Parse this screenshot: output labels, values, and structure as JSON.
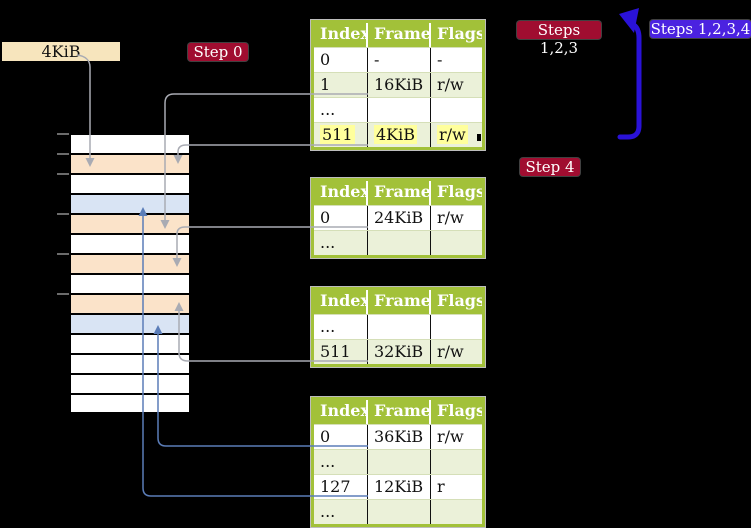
{
  "page_size_label": "4KiB",
  "badges": {
    "step0": "Step 0",
    "steps123": "Steps 1,2,3",
    "steps1234": "Steps 1,2,3,4",
    "step4": "Step 4"
  },
  "memory": {
    "rows": [
      "white",
      "orange",
      "white",
      "blue",
      "orange",
      "white",
      "orange",
      "white",
      "orange",
      "blue",
      "white",
      "white",
      "white",
      "white"
    ]
  },
  "tables": [
    {
      "headers": [
        "Index",
        "Frame",
        "Flags"
      ],
      "rows": [
        {
          "cells": [
            "0",
            "-",
            "-"
          ]
        },
        {
          "cells": [
            "1",
            "16KiB",
            "r/w"
          ]
        },
        {
          "cells": [
            "...",
            "",
            ""
          ]
        },
        {
          "cells": [
            "511",
            "4KiB",
            "r/w"
          ],
          "highlight": true
        }
      ]
    },
    {
      "headers": [
        "Index",
        "Frame",
        "Flags"
      ],
      "rows": [
        {
          "cells": [
            "0",
            "24KiB",
            "r/w"
          ]
        },
        {
          "cells": [
            "...",
            "",
            ""
          ]
        }
      ]
    },
    {
      "headers": [
        "Index",
        "Frame",
        "Flags"
      ],
      "rows": [
        {
          "cells": [
            "...",
            "",
            ""
          ]
        },
        {
          "cells": [
            "511",
            "32KiB",
            "r/w"
          ]
        }
      ]
    },
    {
      "headers": [
        "Index",
        "Frame",
        "Flags"
      ],
      "rows": [
        {
          "cells": [
            "0",
            "36KiB",
            "r/w"
          ]
        },
        {
          "cells": [
            "...",
            "",
            ""
          ]
        },
        {
          "cells": [
            "127",
            "12KiB",
            "r"
          ]
        },
        {
          "cells": [
            "...",
            "",
            ""
          ]
        }
      ]
    }
  ],
  "colors": {
    "table_header_green": "#a2c139",
    "table_row_tint": "#ebf1d9",
    "highlight_yellow": "#ffff9c",
    "badge_red": "#a00d30",
    "badge_blue": "#4b22e0",
    "big_arrow_blue": "#2a12d8",
    "connector_gray": "#a9abb3",
    "connector_blue": "#5b7db8",
    "memory_frame_orange": "#fbe3c9",
    "memory_page_blue": "#d9e4f4",
    "page_size_box_tan": "#f7e5bd"
  }
}
